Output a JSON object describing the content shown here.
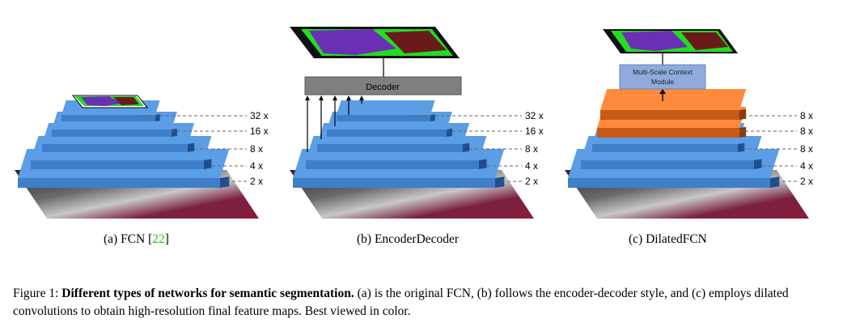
{
  "colors": {
    "layer_top": "#5b9ee6",
    "layer_side": "#3f7fc9",
    "layer_dark": "#1f4e8f",
    "orange_top": "#ff8a3d",
    "orange_side": "#c85a18",
    "decoder_box": "#7f7f7f",
    "context_box": "#8faadc"
  },
  "diagrams": [
    {
      "id": "fcn",
      "scale_labels": [
        "32 x",
        "16 x",
        "8 x",
        "4 x",
        "2 x"
      ],
      "subcaption_label": "(a) FCN [",
      "subcaption_ref": "22",
      "subcaption_close": "]"
    },
    {
      "id": "encoder_decoder",
      "scale_labels": [
        "32 x",
        "16 x",
        "8 x",
        "4 x",
        "2 x"
      ],
      "decoder_label": "Decoder",
      "subcaption_label": "(b) EncoderDecoder"
    },
    {
      "id": "dilated_fcn",
      "scale_labels": [
        "8 x",
        "8 x",
        "8 x",
        "4 x",
        "2 x"
      ],
      "module_label_line1": "Multi-Scale Context",
      "module_label_line2": "Module",
      "subcaption_label": "(c) DilatedFCN"
    }
  ],
  "caption": {
    "prefix": "Figure 1: ",
    "bold": "Different types of networks for semantic segmentation.",
    "text": " (a) is the original FCN, (b) follows the encoder-decoder style, and (c) employs dilated convolutions to obtain high-resolution final feature maps. Best viewed in color."
  }
}
